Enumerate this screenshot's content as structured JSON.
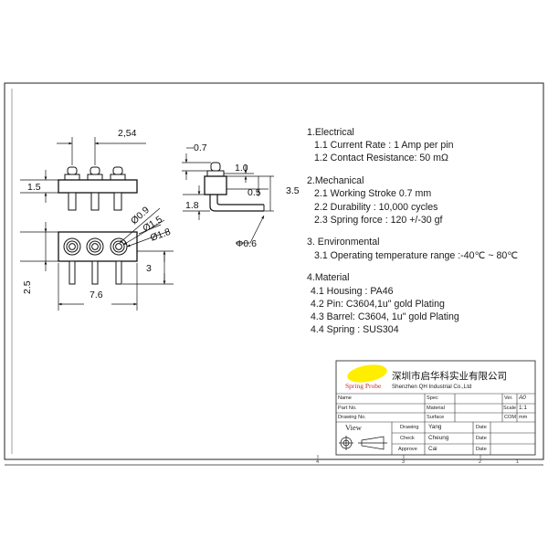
{
  "dimensions": {
    "pitch": "2,54",
    "height_top": "1.5",
    "d1": "Ø0.9",
    "d2": "Ø1.5",
    "d3": "Ø1.8",
    "height_bottom": "2.5",
    "width": "7.6",
    "pin_len": "3",
    "side_07": "0.7",
    "side_10": "1.0",
    "side_05": "0.5",
    "side_35": "3.5",
    "side_18": "1.8",
    "side_06": "Φ0.6"
  },
  "specs": [
    {
      "title": "1.Electrical",
      "items": [
        "1.1  Current Rate : 1 Amp per pin",
        "1.2  Contact Resistance: 50 mΩ"
      ]
    },
    {
      "title": "2.Mechanical",
      "items": [
        "2.1 Working Stroke 0.7 mm",
        "2.2 Durability : 10,000 cycles",
        "2.3 Spring force : 120 +/-30 gf"
      ]
    },
    {
      "title": "3. Environmental",
      "items": [
        "3.1 Operating temperature range :-40℃ ~ 80℃"
      ]
    },
    {
      "title": "4.Material",
      "items": [
        "4.1 Housing : PA46",
        "4.2 Pin: C3604,1u\" gold Plating",
        "4.3 Barrel: C3604, 1u\" gold Plating",
        "4.4 Spring : SUS304"
      ]
    }
  ],
  "title_block": {
    "logo_text": "Spring Probe",
    "company_cn": "深圳市启华科实业有限公司",
    "company_en": "Shenzhen QH Industrial Co.,Ltd",
    "labels": {
      "name": "Name",
      "part_no": "Part No.",
      "drawing_no": "Drawing No.",
      "spec": "Spec",
      "material": "Material",
      "surface": "Surface",
      "ver": "Ver.",
      "scale": "Scale",
      "com": "COM",
      "view": "View",
      "drawing": "Drawing",
      "check": "Check",
      "approve": "Approve",
      "date": "Date"
    },
    "values": {
      "ver": "A0",
      "scale": "1:1",
      "unit": "mm",
      "drawn_by": "Yang",
      "checked_by": "Cheung",
      "approved_by": "Cai"
    }
  },
  "frame_numbers": [
    "4",
    "3",
    "2",
    "1"
  ]
}
